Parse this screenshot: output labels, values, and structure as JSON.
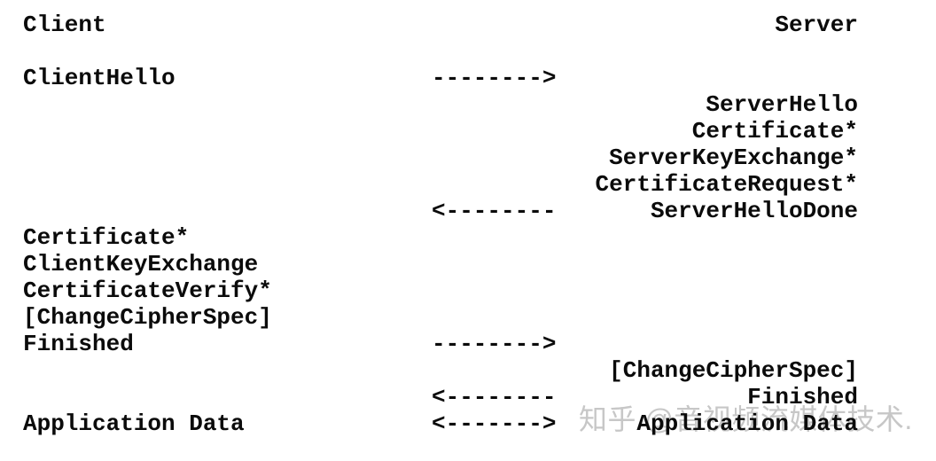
{
  "colors": {
    "background": "#ffffff",
    "text": "#0b0b0b",
    "watermark": "#c7c7c7"
  },
  "watermark": {
    "text": "知乎 @音视频流媒体技术."
  },
  "diagram": {
    "description": "TLS handshake message flow between Client and Server",
    "rows": [
      {
        "left": "Client",
        "mid": "",
        "right": "Server"
      },
      {
        "left": "",
        "mid": "",
        "right": ""
      },
      {
        "left": "ClientHello",
        "mid": "-------->",
        "right": ""
      },
      {
        "left": "",
        "mid": "",
        "right": "ServerHello"
      },
      {
        "left": "",
        "mid": "",
        "right": "Certificate*"
      },
      {
        "left": "",
        "mid": "",
        "right": "ServerKeyExchange*"
      },
      {
        "left": "",
        "mid": "",
        "right": "CertificateRequest*"
      },
      {
        "left": "",
        "mid": "<--------",
        "right": "ServerHelloDone"
      },
      {
        "left": "Certificate*",
        "mid": "",
        "right": ""
      },
      {
        "left": "ClientKeyExchange",
        "mid": "",
        "right": ""
      },
      {
        "left": "CertificateVerify*",
        "mid": "",
        "right": ""
      },
      {
        "left": "[ChangeCipherSpec]",
        "mid": "",
        "right": ""
      },
      {
        "left": "Finished",
        "mid": "-------->",
        "right": ""
      },
      {
        "left": "",
        "mid": "",
        "right": "[ChangeCipherSpec]"
      },
      {
        "left": "",
        "mid": "<--------",
        "right": "Finished"
      },
      {
        "left": "Application Data",
        "mid": "<------->",
        "right": "Application Data"
      }
    ]
  }
}
